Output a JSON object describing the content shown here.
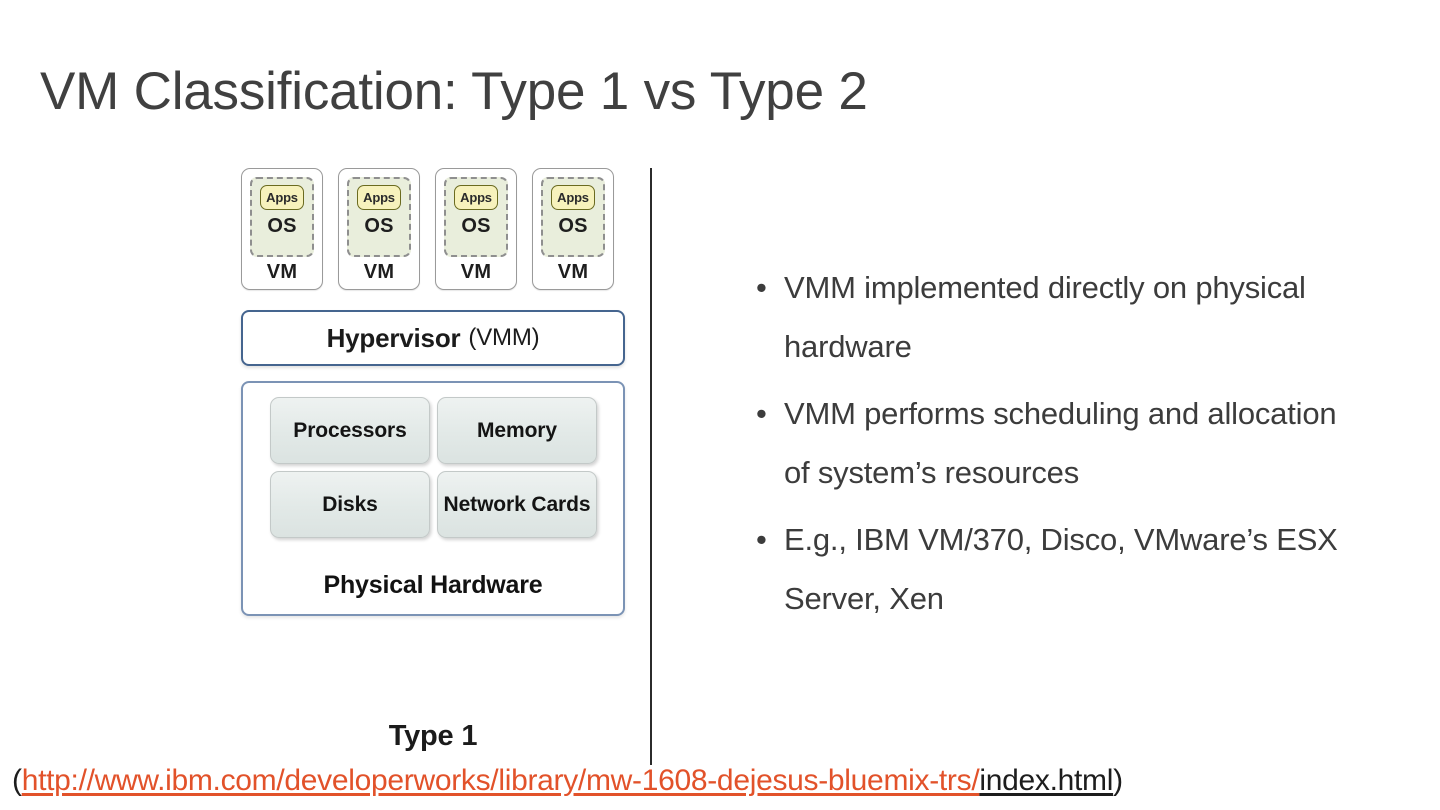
{
  "slide": {
    "title": "VM Classification: Type 1 vs Type 2"
  },
  "diagram": {
    "type_label": "Type 1",
    "vms": [
      {
        "apps": "Apps",
        "os": "OS",
        "vm": "VM"
      },
      {
        "apps": "Apps",
        "os": "OS",
        "vm": "VM"
      },
      {
        "apps": "Apps",
        "os": "OS",
        "vm": "VM"
      },
      {
        "apps": "Apps",
        "os": "OS",
        "vm": "VM"
      }
    ],
    "hypervisor": {
      "name": "Hypervisor",
      "abbrev": "(VMM)"
    },
    "hardware": {
      "caption": "Physical Hardware",
      "components": [
        "Processors",
        "Memory",
        "Disks",
        "Network Cards"
      ]
    }
  },
  "bullets": [
    "VMM implemented directly on physical hardware",
    "VMM performs scheduling and allocation of system’s resources",
    "E.g., IBM VM/370, Disco, VMware’s ESX Server, Xen"
  ],
  "bullet_marker": "•",
  "footer": {
    "open_paren": "(",
    "url_orange": "http://www.ibm.com/developerworks/library/mw-1608-dejesus-bluemix-trs/",
    "url_dark": "index.html",
    "close_paren": ")"
  },
  "colors": {
    "title": "#404040",
    "body_text": "#3c3c3c",
    "link_orange": "#e2522a",
    "hypervisor_border": "#45658f",
    "hardware_border": "#7b93b5",
    "apps_fill": "#f7f2bc",
    "os_fill": "#e9eedc",
    "hw_cell_fill": "#e4eae8",
    "divider": "#2b2b2b"
  }
}
